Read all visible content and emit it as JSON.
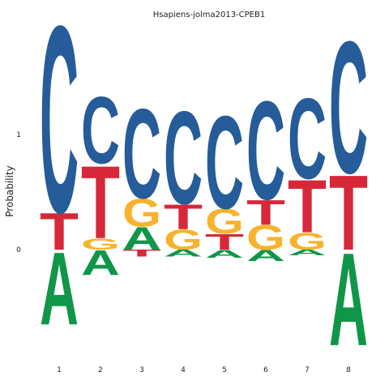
{
  "chart_data": {
    "type": "sequence-logo",
    "title": "Hsapiens-jolma2013-CPEB1",
    "xlabel": "",
    "ylabel": "Probability",
    "y_ticks": [
      "0",
      "1"
    ],
    "ylim": [
      -1.0,
      1.6
    ],
    "positions": [
      "1",
      "2",
      "3",
      "4",
      "5",
      "6",
      "7",
      "8"
    ],
    "colors": {
      "A": "#109648",
      "C": "#255C99",
      "G": "#F7B32B",
      "T": "#D62839"
    },
    "columns": [
      {
        "pos": "1",
        "above": [
          {
            "letter": "T",
            "value": 0.33
          },
          {
            "letter": "C",
            "value": 1.67
          }
        ],
        "below": [
          {
            "letter": "A",
            "value": 0.65
          }
        ]
      },
      {
        "pos": "2",
        "above": [
          {
            "letter": "G",
            "value": 0.1
          },
          {
            "letter": "T",
            "value": 0.65
          },
          {
            "letter": "C",
            "value": 0.6
          }
        ],
        "below": [
          {
            "letter": "A",
            "value": 0.22
          }
        ]
      },
      {
        "pos": "3",
        "above": [
          {
            "letter": "A",
            "value": 0.2
          },
          {
            "letter": "G",
            "value": 0.25
          },
          {
            "letter": "C",
            "value": 0.8
          }
        ],
        "below": [
          {
            "letter": "T",
            "value": 0.06
          }
        ]
      },
      {
        "pos": "4",
        "above": [
          {
            "letter": "G",
            "value": 0.18
          },
          {
            "letter": "T",
            "value": 0.22
          },
          {
            "letter": "C",
            "value": 0.83
          }
        ],
        "below": [
          {
            "letter": "A",
            "value": 0.06
          }
        ]
      },
      {
        "pos": "5",
        "above": [
          {
            "letter": "T",
            "value": 0.14
          },
          {
            "letter": "G",
            "value": 0.22
          },
          {
            "letter": "C",
            "value": 0.83
          }
        ],
        "below": [
          {
            "letter": "A",
            "value": 0.07
          }
        ]
      },
      {
        "pos": "6",
        "above": [
          {
            "letter": "G",
            "value": 0.22
          },
          {
            "letter": "T",
            "value": 0.22
          },
          {
            "letter": "C",
            "value": 0.88
          }
        ],
        "below": [
          {
            "letter": "A",
            "value": 0.1
          }
        ]
      },
      {
        "pos": "7",
        "above": [
          {
            "letter": "G",
            "value": 0.15
          },
          {
            "letter": "T",
            "value": 0.47
          },
          {
            "letter": "C",
            "value": 0.72
          }
        ],
        "below": [
          {
            "letter": "A",
            "value": 0.05
          }
        ]
      },
      {
        "pos": "8",
        "above": [
          {
            "letter": "T",
            "value": 0.67
          },
          {
            "letter": "C",
            "value": 1.18
          }
        ],
        "below": [
          {
            "letter": "A",
            "value": 0.83
          }
        ]
      }
    ]
  }
}
